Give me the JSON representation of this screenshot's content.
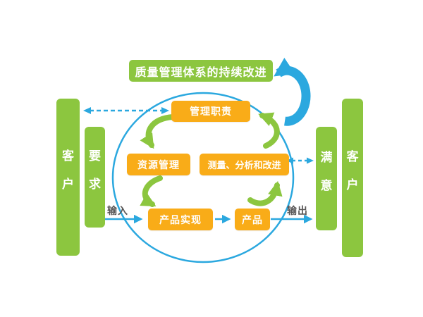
{
  "diagram": {
    "title": "质量管理体系的持续改进",
    "bars": {
      "customer_left": "客户",
      "requirements": "要求",
      "satisfaction": "满意",
      "customer_right": "客户"
    },
    "boxes": {
      "management": "管理职责",
      "resources": "资源管理",
      "measurement": "测量、分析和改进",
      "realization": "产品实现",
      "product": "产品"
    },
    "flow": {
      "input": "输入",
      "output": "输出"
    },
    "colors": {
      "green": "#8CC63F",
      "orange": "#F9AC18",
      "blue": "#2BA8DF",
      "flow_text": "#595757"
    }
  }
}
